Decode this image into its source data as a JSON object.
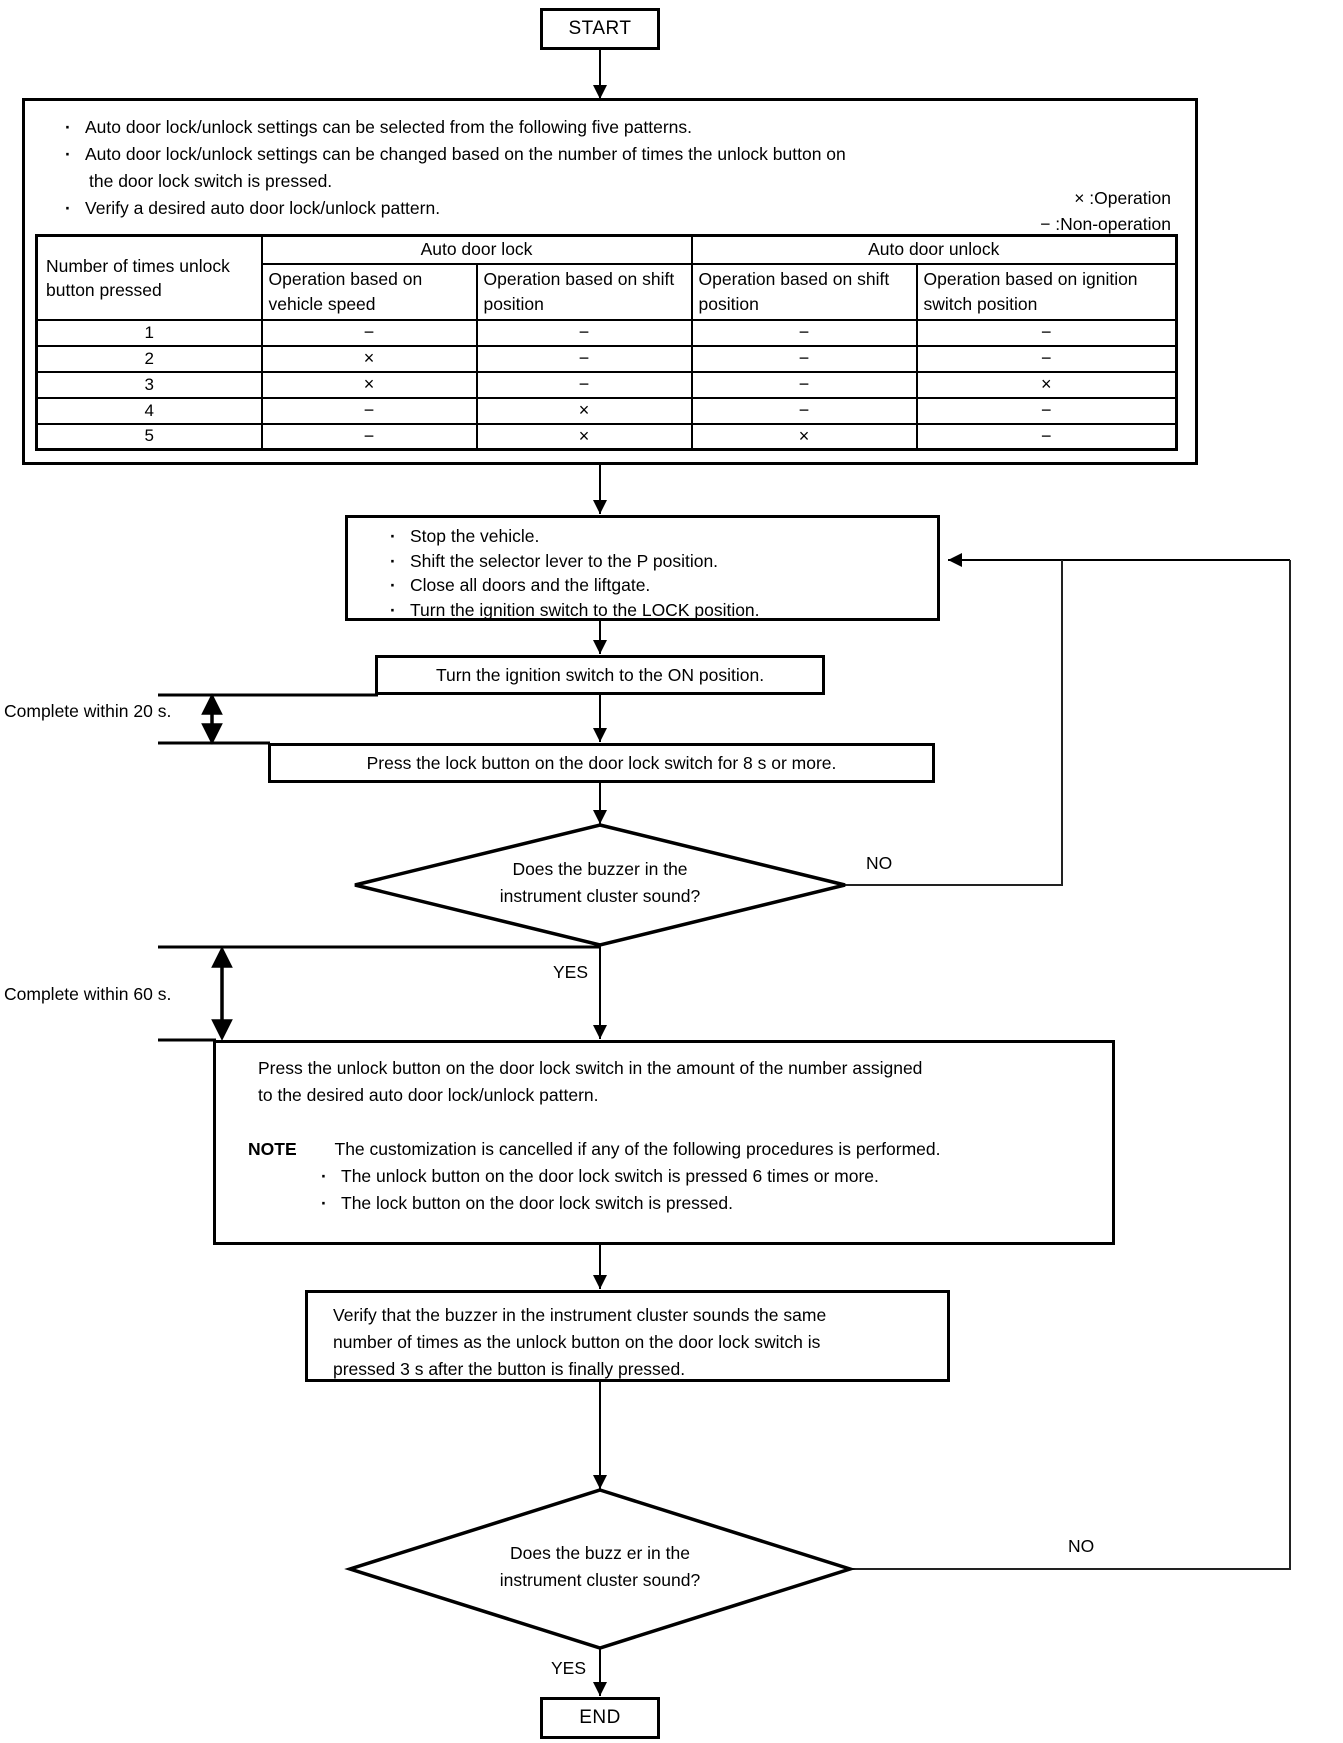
{
  "start_label": "START",
  "end_label": "END",
  "intro": {
    "lines": [
      {
        "text": "Auto door lock/unlock settings can be selected from the following five patterns."
      },
      {
        "text": "Auto door lock/unlock settings can be changed based on the number of times the unlock button on"
      },
      {
        "text": "the door lock switch is pressed."
      },
      {
        "text": "Verify a desired auto door lock/unlock pattern."
      }
    ],
    "legend": [
      "× :Operation",
      "− :Non-operation"
    ],
    "table": {
      "row_header": "Number of times unlock button pressed",
      "groups": [
        "Auto door lock",
        "Auto door unlock"
      ],
      "columns": [
        "Operation based on vehicle speed",
        "Operation based on shift position",
        "Operation based on shift position",
        "Operation based on ignition switch position"
      ],
      "rows": [
        {
          "n": "1",
          "v": [
            "−",
            "−",
            "−",
            "−"
          ]
        },
        {
          "n": "2",
          "v": [
            "×",
            "−",
            "−",
            "−"
          ]
        },
        {
          "n": "3",
          "v": [
            "×",
            "−",
            "−",
            "×"
          ]
        },
        {
          "n": "4",
          "v": [
            "−",
            "×",
            "−",
            "−"
          ]
        },
        {
          "n": "5",
          "v": [
            "−",
            "×",
            "×",
            "−"
          ]
        }
      ]
    }
  },
  "prep": {
    "lines": [
      "Stop the vehicle.",
      "Shift the selector lever to the P position.",
      "Close all doors and the liftgate.",
      "Turn the ignition switch to the LOCK position."
    ]
  },
  "ignition_on": "Turn the ignition switch to the ON position.",
  "press_lock": "Press the lock button on the door lock switch for 8 s or more.",
  "decision1": {
    "line1": "Does the buzzer in the",
    "line2": "instrument cluster sound?"
  },
  "press_unlock": {
    "lines": [
      "Press the unlock button on the door lock switch in the amount of the number assigned",
      "to the desired auto door lock/unlock pattern."
    ],
    "note_label": "NOTE",
    "note_text": "The customization is cancelled if any of the following procedures is performed.",
    "note_bullets": [
      "The unlock button on the door lock switch is pressed 6 times or more.",
      "The lock button on the door lock switch is pressed."
    ]
  },
  "verify": {
    "lines": [
      "Verify that the buzzer in the instrument cluster sounds the same",
      "number of times as the unlock button on the door lock switch is",
      "pressed 3 s after the button is finally pressed."
    ]
  },
  "decision2": {
    "line1": "Does the buzz er in the",
    "line2": "instrument cluster sound?"
  },
  "labels": {
    "yes": "YES",
    "no": "NO",
    "t20": "Complete within 20 s.",
    "t60": "Complete within 60 s."
  }
}
